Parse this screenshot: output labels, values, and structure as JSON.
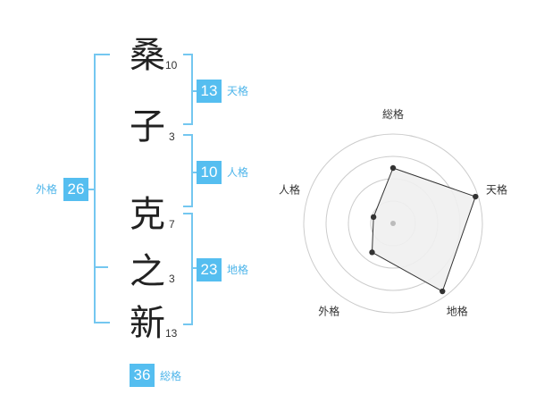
{
  "name": {
    "characters": [
      {
        "char": "桑",
        "strokes": "10"
      },
      {
        "char": "子",
        "strokes": "3"
      },
      {
        "char": "克",
        "strokes": "7"
      },
      {
        "char": "之",
        "strokes": "3"
      },
      {
        "char": "新",
        "strokes": "13"
      }
    ]
  },
  "fortune": {
    "tenkaku": {
      "value": "13",
      "label": "天格"
    },
    "jinkaku": {
      "value": "10",
      "label": "人格"
    },
    "chikaku": {
      "value": "23",
      "label": "地格"
    },
    "gaikaku": {
      "value": "26",
      "label": "外格"
    },
    "soukaku": {
      "value": "36",
      "label": "総格"
    }
  },
  "chart_data": {
    "type": "radar",
    "axes": [
      "総格",
      "天格",
      "地格",
      "外格",
      "人格"
    ],
    "values": [
      0.62,
      0.97,
      0.94,
      0.4,
      0.23
    ],
    "range": [
      0,
      1
    ],
    "rings": 4,
    "colors": {
      "fill": "#f0f0f0",
      "line": "#333333",
      "ring": "#cccccc",
      "center": "#bbbbbb"
    }
  }
}
